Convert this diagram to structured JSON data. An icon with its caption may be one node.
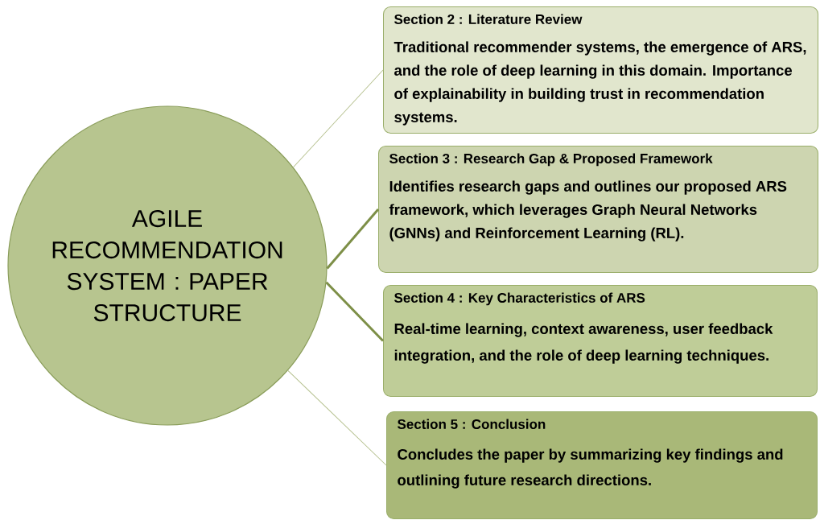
{
  "diagram": {
    "nodes": [
      {
        "text": [
          "AGILE RECOMMENDATION SYSTEM : PAPER STRUCTURE"
        ]
      },
      {
        "text": [
          "Section 2 : Literature Review",
          "Traditional recommender systems, the emergence of ARS, and the role of deep learning in this domain. Importance of explainability in building trust in recommendation systems."
        ]
      },
      {
        "text": [
          "Section 3 : Research Gap & Proposed Framework",
          "Identifies research gaps and outlines our proposed ARS framework, which leverages Graph Neural Networks (GNNs) and Reinforcement Learning (RL)."
        ]
      },
      {
        "text": [
          "Section 4 : Key Characteristics of ARS",
          "Real-time learning, context awareness, user feedback integration, and the role of deep learning techniques."
        ]
      },
      {
        "text": [
          "Section 5 : Conclusion",
          "Concludes the paper by summarizing key findings and outlining future research directions."
        ]
      }
    ],
    "edges": [
      {
        "from": 0,
        "to": 1,
        "arrow": "none"
      },
      {
        "from": 0,
        "to": 2,
        "arrow": "none",
        "style": "thick",
        "color": "#7d8f47"
      },
      {
        "from": 0,
        "to": 3,
        "arrow": "none",
        "style": "thick",
        "color": "#7d8f47"
      },
      {
        "from": 0,
        "to": 4,
        "arrow": "none"
      }
    ]
  }
}
